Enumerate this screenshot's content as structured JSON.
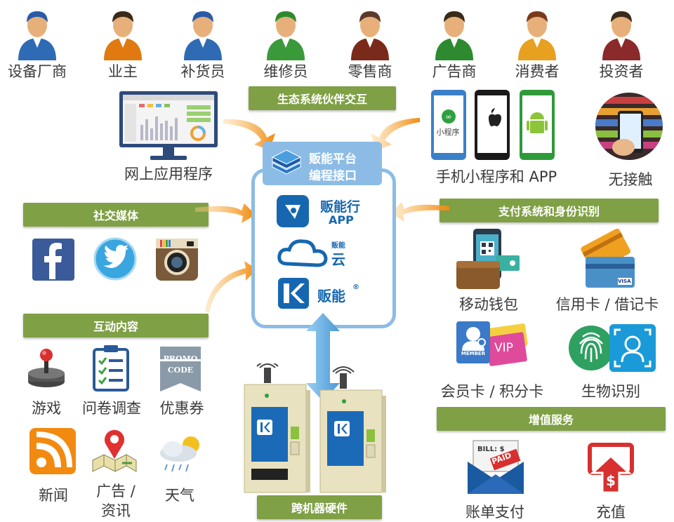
{
  "stakeholders": [
    {
      "label": "设备厂商",
      "shirt": "#2f6bb5",
      "skin": "#e7b07a",
      "hat": "#2a5aa8"
    },
    {
      "label": "业主",
      "shirt": "#e07a10",
      "skin": "#e7b07a",
      "hat": "#3a2a1a"
    },
    {
      "label": "补货员",
      "shirt": "#2f6bb5",
      "skin": "#e7b07a",
      "hat": "#2a5aa8"
    },
    {
      "label": "维修员",
      "shirt": "#3a9a3a",
      "skin": "#e7b07a",
      "hat": "#2e8a2e"
    },
    {
      "label": "零售商",
      "shirt": "#7a2a1a",
      "skin": "#e7b07a",
      "hat": "#5a3a2a"
    },
    {
      "label": "广告商",
      "shirt": "#2e8a2e",
      "skin": "#e7b07a",
      "hat": "#3a2a1a"
    },
    {
      "label": "消费者",
      "shirt": "#e8a020",
      "skin": "#e7b07a",
      "hat": "#7a3a1a"
    },
    {
      "label": "投资者",
      "shirt": "#8a2a2a",
      "skin": "#e7b07a",
      "hat": "#3a2a1a"
    }
  ],
  "sections": {
    "ecosystem": "生态系统伙伴交互",
    "social": "社交媒体",
    "interactive": "互动内容",
    "payment": "支付系统和身份识别",
    "value_added": "增值服务",
    "hardware": "跨机器硬件"
  },
  "web_app": {
    "label": "网上应用程序"
  },
  "mobile": {
    "label": "手机小程序和 APP",
    "mini_text": "小程序"
  },
  "contactless": {
    "label": "无接触"
  },
  "platform": {
    "api_line1": "贩能平台",
    "api_line2": "编程接口",
    "app_line1": "贩能行",
    "app_line2": "APP",
    "cloud_text_a": "贩能",
    "cloud_text_b": "云",
    "brand": "贩能",
    "brand_mark": "®"
  },
  "social_icons": [
    "facebook-icon",
    "twitter-icon",
    "instagram-icon"
  ],
  "interactive_items": [
    {
      "label": "游戏",
      "icon": "joystick-icon"
    },
    {
      "label": "问卷调查",
      "icon": "survey-icon"
    },
    {
      "label": "优惠券",
      "icon": "coupon-icon",
      "tag1": "PROMO",
      "tag2": "CODE"
    },
    {
      "label": "新闻",
      "icon": "rss-icon"
    },
    {
      "label_line1": "广告 /",
      "label_line2": "资讯",
      "icon": "map-pin-icon"
    },
    {
      "label": "天气",
      "icon": "weather-icon"
    }
  ],
  "payment_items": [
    {
      "label": "移动钱包",
      "icon": "mobile-wallet-icon"
    },
    {
      "label": "信用卡 / 借记卡",
      "icon": "credit-card-icon",
      "card_text": "VISA"
    },
    {
      "label": "会员卡 / 积分卡",
      "icon": "member-card-icon",
      "badge": "MEMBER",
      "vip": "VIP"
    },
    {
      "label": "生物识别",
      "icon": "biometric-icon"
    }
  ],
  "value_added_items": [
    {
      "label": "账单支付",
      "icon": "bill-pay-icon",
      "bill_text": "BILL: $",
      "stamp": "PAID"
    },
    {
      "label": "充值",
      "icon": "recharge-icon",
      "symbol": "$"
    }
  ],
  "colors": {
    "green_bar": "#7fa045",
    "platform_blue": "#5aa0d8",
    "brand_blue": "#1667b0",
    "arrow_orange": "#f29a1f"
  }
}
